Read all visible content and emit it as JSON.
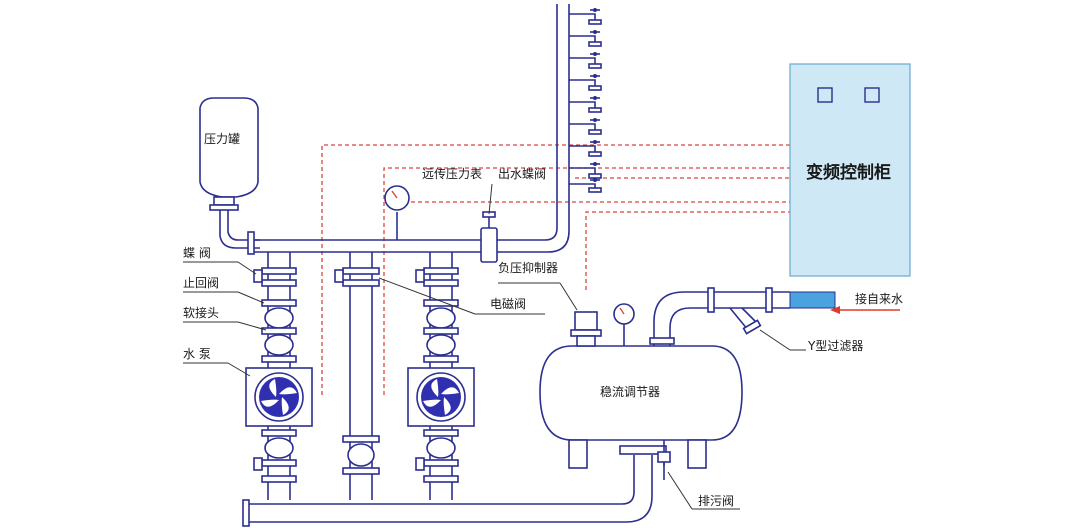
{
  "labels": {
    "pressure_tank": "压力罐",
    "remote_gauge": "远传压力表",
    "outlet_valve": "出水蝶阀",
    "control_cabinet": "变频控制柜",
    "butterfly_valve": "蝶  阀",
    "check_valve": "止回阀",
    "soft_joint": "软接头",
    "water_pump": "水  泵",
    "solenoid_valve": "电磁阀",
    "negative_pressure_suppressor": "负压抑制器",
    "tap_water_inlet": "接自来水",
    "y_strainer": "Y型过滤器",
    "stabilizer_tank": "稳流调节器",
    "drain_valve": "排污阀"
  },
  "colors": {
    "pipe": "#2b2f8f",
    "signal": "#d9463b",
    "cabinet_fill": "#cfe8f5",
    "impeller": "#2f2fb0",
    "inlet_arrow": "#e03a2e",
    "inlet_pipe": "#4aa3df"
  },
  "icons": {
    "pump": "pump-impeller-icon",
    "gauge": "pressure-gauge-icon",
    "valve": "valve-handle-icon"
  }
}
